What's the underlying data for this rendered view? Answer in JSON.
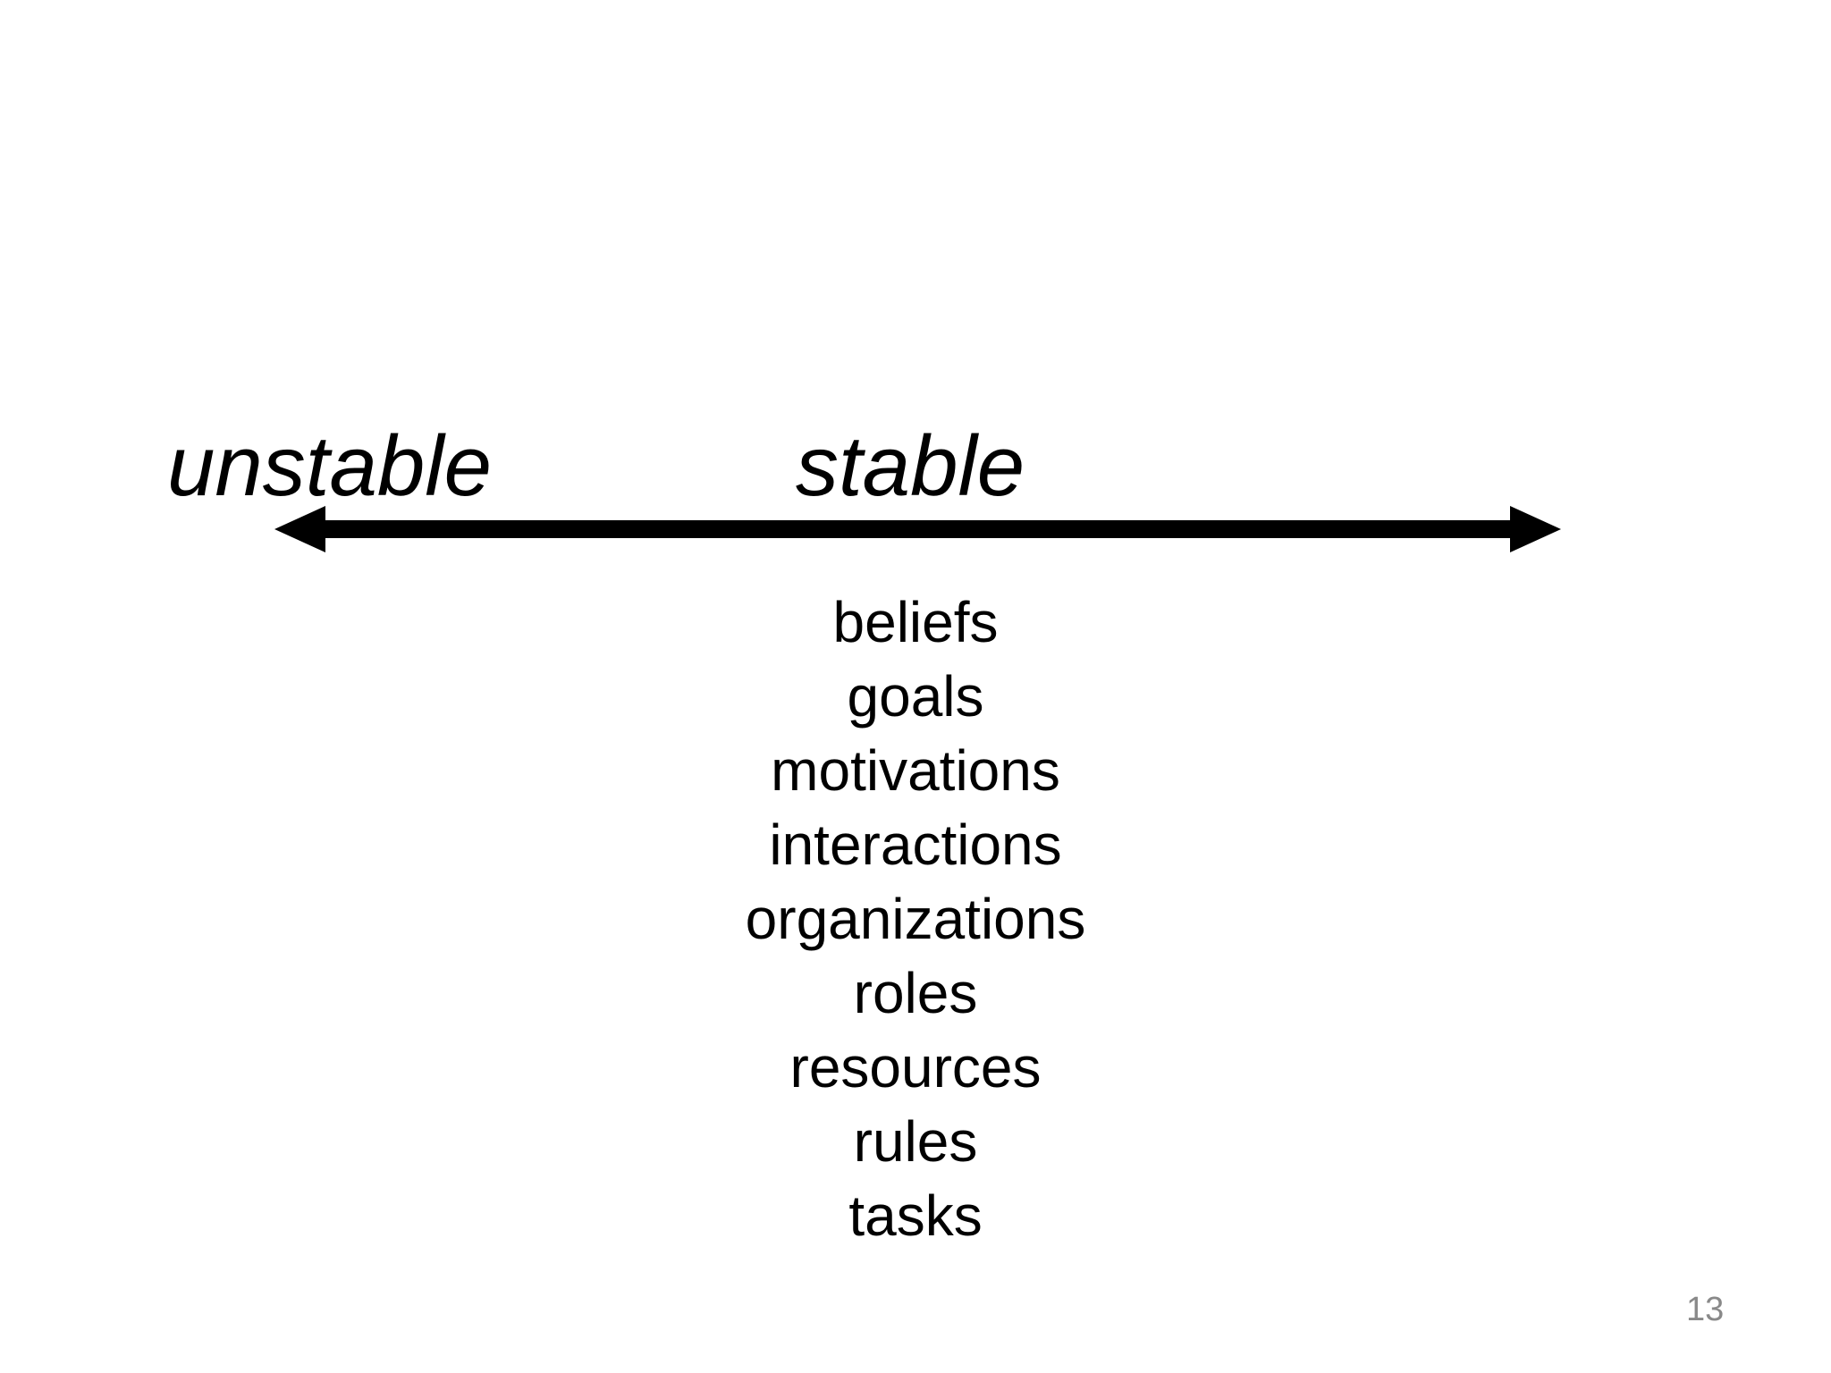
{
  "slide": {
    "axis": {
      "left_label": "unstable",
      "right_label": "stable"
    },
    "list": {
      "items": [
        "beliefs",
        "goals",
        "motivations",
        "interactions",
        "organizations",
        "roles",
        "resources",
        "rules",
        "tasks"
      ]
    },
    "page_number": "13",
    "colors": {
      "background": "#ffffff",
      "text": "#000000",
      "arrow": "#000000",
      "page_number": "#898989"
    }
  }
}
